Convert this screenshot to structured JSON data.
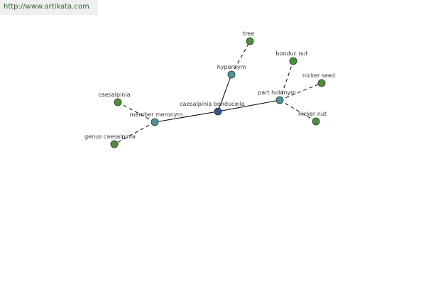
{
  "header": {
    "url": "http://www.artikata.com"
  },
  "graph": {
    "colors": {
      "center": "#3d4f8f",
      "relation": "#4e9696",
      "leaf": "#4f8f3f",
      "edge": "#000000"
    },
    "nodes": [
      {
        "id": "center",
        "label": "caesalpinia bonducella",
        "kind": "center"
      },
      {
        "id": "hypernym",
        "label": "hypernym",
        "kind": "relation"
      },
      {
        "id": "part-holonym",
        "label": "part holonym",
        "kind": "relation"
      },
      {
        "id": "member-meronym",
        "label": "member meronym",
        "kind": "relation"
      },
      {
        "id": "tree",
        "label": "tree",
        "kind": "leaf"
      },
      {
        "id": "bonduc-nut",
        "label": "bonduc nut",
        "kind": "leaf"
      },
      {
        "id": "nicker-seed",
        "label": "nicker seed",
        "kind": "leaf"
      },
      {
        "id": "nicker-nut",
        "label": "nicker nut",
        "kind": "leaf"
      },
      {
        "id": "caesalpinia",
        "label": "caesalpinia",
        "kind": "leaf"
      },
      {
        "id": "genus-caesalpinia",
        "label": "genus caesalpinia",
        "kind": "leaf"
      }
    ],
    "edges": [
      {
        "from": "center",
        "to": "hypernym",
        "style": "solid"
      },
      {
        "from": "center",
        "to": "part-holonym",
        "style": "solid"
      },
      {
        "from": "center",
        "to": "member-meronym",
        "style": "solid"
      },
      {
        "from": "hypernym",
        "to": "tree",
        "style": "dashed"
      },
      {
        "from": "part-holonym",
        "to": "bonduc-nut",
        "style": "dashed"
      },
      {
        "from": "part-holonym",
        "to": "nicker-seed",
        "style": "dashed"
      },
      {
        "from": "part-holonym",
        "to": "nicker-nut",
        "style": "dashed"
      },
      {
        "from": "member-meronym",
        "to": "caesalpinia",
        "style": "dashed"
      },
      {
        "from": "member-meronym",
        "to": "genus-caesalpinia",
        "style": "dashed"
      }
    ]
  }
}
